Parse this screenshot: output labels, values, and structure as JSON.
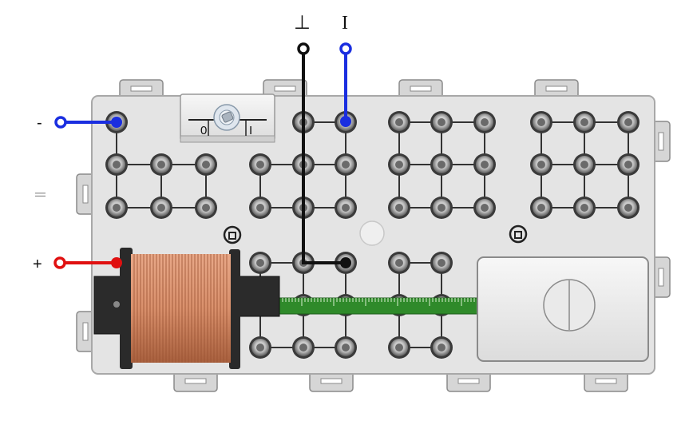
{
  "labels": {
    "ground_symbol": "⊥",
    "current_symbol": "I",
    "minus_label": "-",
    "plus_label": "+",
    "side_marker": "||"
  },
  "switch": {
    "off_label": "0",
    "on_label": "I"
  },
  "colors": {
    "board": "#e4e4e4",
    "board_edge": "#a8a8a8",
    "wire_blue": "#1a2ee0",
    "wire_red": "#e01010",
    "wire_black": "#111111",
    "coil_copper": "#d9906c",
    "ruler_green": "#2f8a2a"
  },
  "icons": {
    "board_logo": "circled-arrow-logo"
  }
}
